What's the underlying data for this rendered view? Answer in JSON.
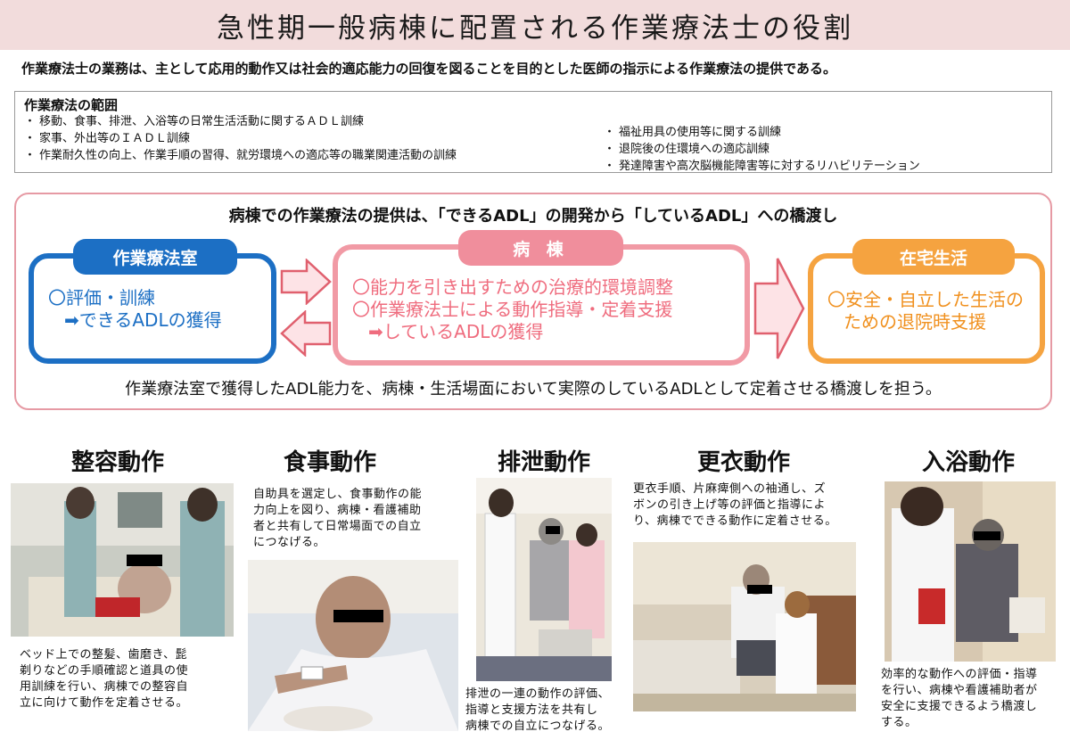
{
  "title": "急性期一般病棟に配置される作業療法士の役割",
  "lead": "作業療法士の業務は、主として応用的動作又は社会的適応能力の回復を図ることを目的とした医師の指示による作業療法の提供である。",
  "scope": {
    "title": "作業療法の範囲",
    "left_items": [
      "移動、食事、排泄、入浴等の日常生活活動に関するＡＤＬ訓練",
      "家事、外出等のＩＡＤＬ訓練",
      "作業耐久性の向上、作業手順の習得、就労環境への適応等の職業関連活動の訓練"
    ],
    "right_items": [
      "福祉用具の使用等に関する訓練",
      "退院後の住環境への適応訓練",
      "発達障害や高次脳機能障害等に対するリハビリテーション"
    ]
  },
  "bridge": {
    "heading": "病棟での作業療法の提供は、「できるADL」の開発から「しているADL」への橋渡し",
    "footer": "作業療法室で獲得したADL能力を、病棟・生活場面において実際のしているADLとして定着させる橋渡しを担う。",
    "ot_room": {
      "label": "作業療法室",
      "lines": [
        "〇評価・訓練",
        "➡できるADLの獲得"
      ]
    },
    "ward": {
      "label": "病 棟",
      "lines": [
        "〇能力を引き出すための治療的環境調整",
        "〇作業療法士による動作指導・定着支援",
        "➡しているADLの獲得"
      ]
    },
    "home": {
      "label": "在宅生活",
      "lines": [
        "〇安全・自立した生活の",
        "ための退院時支援"
      ]
    }
  },
  "activities": {
    "grooming": {
      "title": "整容動作",
      "caption": [
        "ベッド上での整髪、歯磨き、髭",
        "剃りなどの手順確認と道具の使",
        "用訓練を行い、病棟での整容自",
        "立に向けて動作を定着させる。"
      ]
    },
    "eating": {
      "title": "食事動作",
      "caption": [
        "自助具を選定し、食事動作の能",
        "力向上を図り、病棟・看護補助",
        "者と共有して日常場面での自立",
        "につなげる。"
      ]
    },
    "toileting": {
      "title": "排泄動作",
      "caption": [
        "排泄の一連の動作の評価、",
        "指導と支援方法を共有し",
        "病棟での自立につなげる。"
      ]
    },
    "dressing": {
      "title": "更衣動作",
      "caption": [
        "更衣手順、片麻痺側への袖通し、ズ",
        "ボンの引き上げ等の評価と指導によ",
        "り、病棟でできる動作に定着させる。"
      ]
    },
    "bathing": {
      "title": "入浴動作",
      "caption": [
        "効率的な動作への評価・指導",
        "を行い、病棟や看護補助者が",
        "安全に支援できるよう橋渡し",
        "する。"
      ]
    }
  },
  "colors": {
    "blue": "#1c6fc4",
    "pink": "#f08e9c",
    "orange": "#f5a340",
    "title_bg": "#f2dcdc"
  }
}
